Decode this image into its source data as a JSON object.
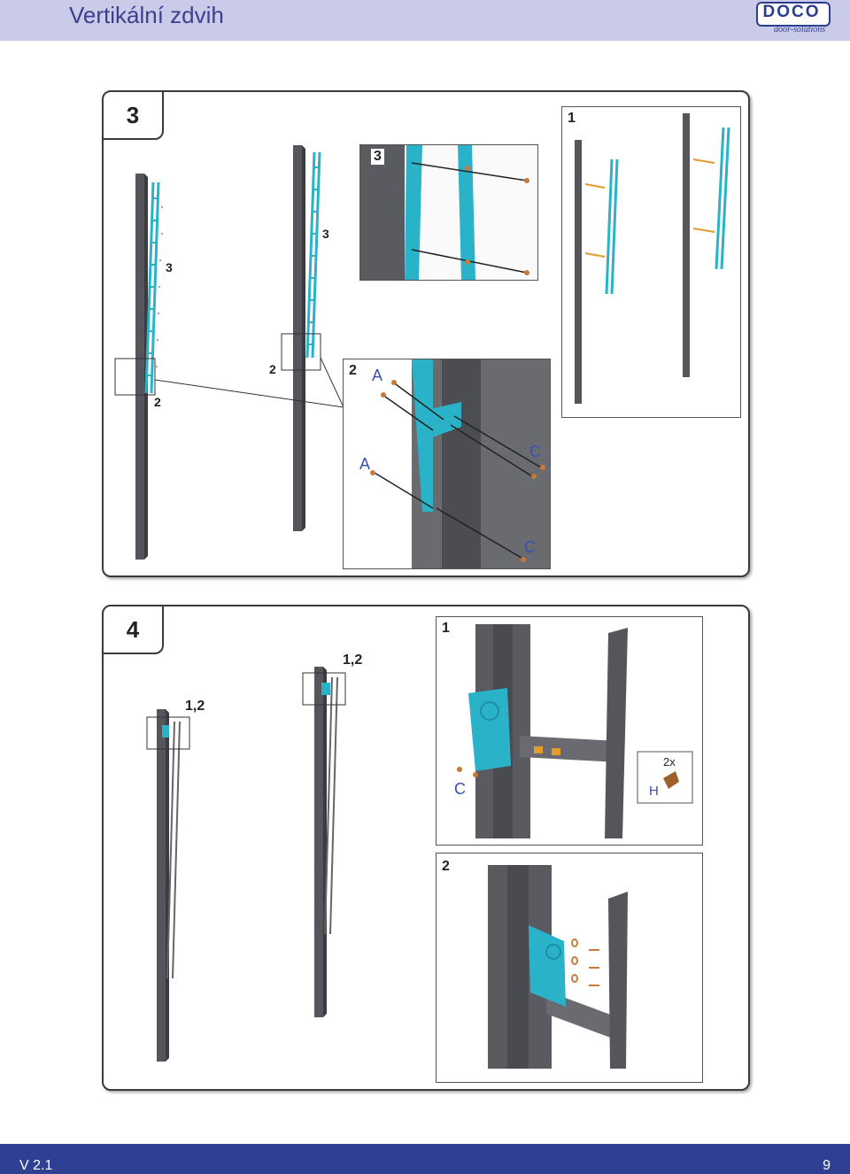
{
  "header": {
    "title": "Vertikální zdvih"
  },
  "logo": {
    "name": "DOCO",
    "tagline": "door-solutions",
    "color": "#2a3d8f"
  },
  "footer": {
    "version": "V 2.1",
    "page": "9"
  },
  "colors": {
    "header_bg": "#c9cbe8",
    "footer_bg": "#2e3f94",
    "rail": "#55565c",
    "ladder": "#2ab3c8",
    "screw": "#c87a3c"
  },
  "step3": {
    "number": "3",
    "labels": {
      "n3a": "3",
      "n3b": "3",
      "n2a": "2",
      "n2b": "2"
    },
    "detail3": {
      "label": "3"
    },
    "detail2": {
      "label": "2",
      "A1": "A",
      "A2": "A",
      "C1": "C",
      "C2": "C"
    },
    "detail1": {
      "label": "1"
    }
  },
  "step4": {
    "number": "4",
    "labels": {
      "n12a": "1,2",
      "n12b": "1,2"
    },
    "detail1": {
      "label": "1",
      "C": "C",
      "qty": "2x",
      "H": "H"
    },
    "detail2": {
      "label": "2"
    }
  }
}
